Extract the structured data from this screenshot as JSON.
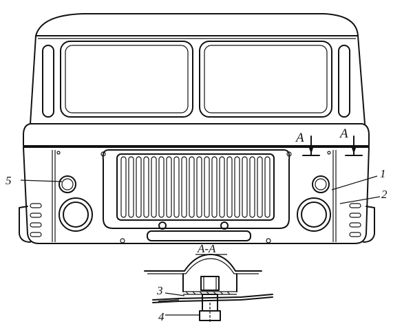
{
  "callouts": {
    "c1": "1",
    "c2": "2",
    "c3": "3",
    "c4": "4",
    "c5": "5"
  },
  "section_marks": {
    "left": "A",
    "right": "A"
  },
  "section_title": "A-A"
}
